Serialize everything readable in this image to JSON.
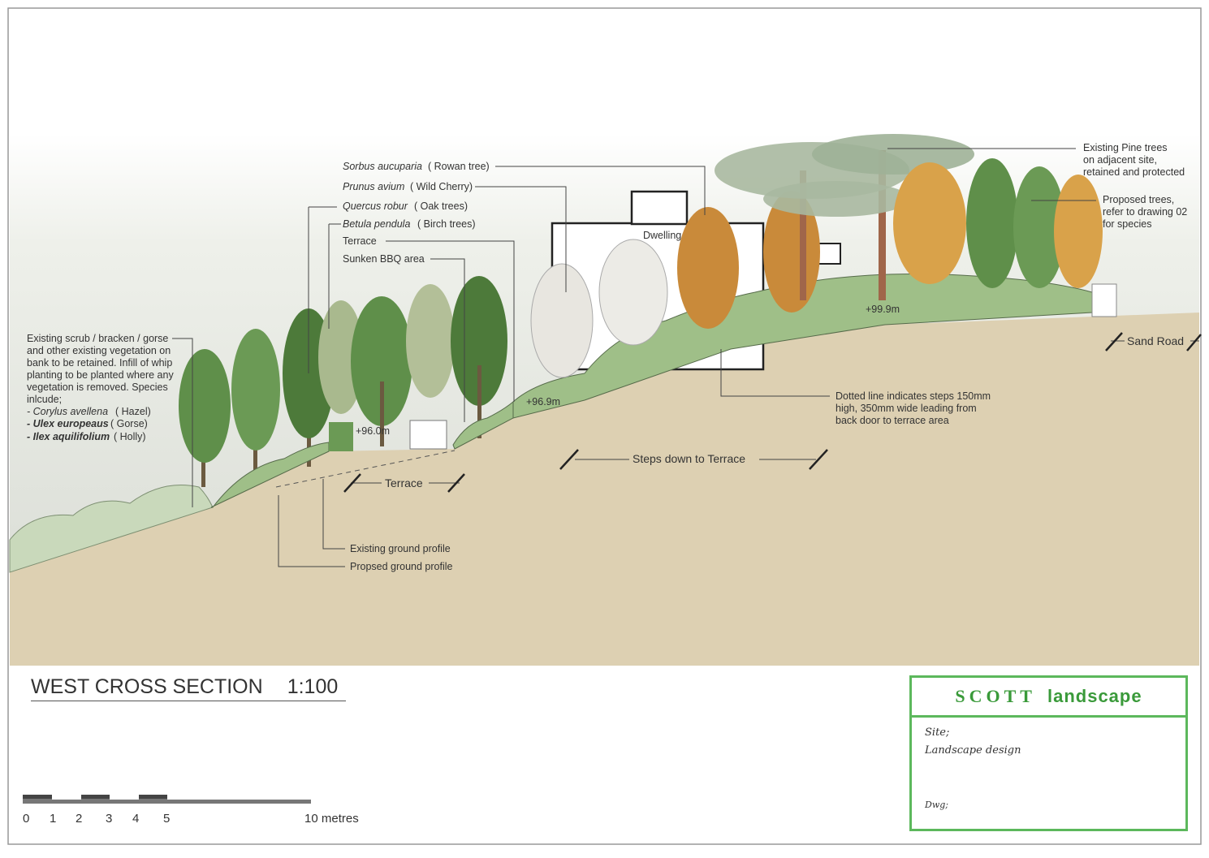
{
  "drawing": {
    "title": "WEST CROSS SECTION",
    "scale": "1:100"
  },
  "title_block": {
    "brand_main": "SCOTT",
    "brand_sub": "landscape",
    "site_label": "Site;",
    "site_value": "Landscape design",
    "dwg_label": "Dwg;"
  },
  "scale_bar": {
    "ticks": [
      "0",
      "1",
      "2",
      "3",
      "4",
      "5"
    ],
    "end_label": "10 metres"
  },
  "labels": {
    "sorbus_latin": "Sorbus aucuparia",
    "sorbus_common": "( Rowan tree)",
    "prunus_latin": "Prunus avium",
    "prunus_common": "( Wild Cherry)",
    "quercus_latin": "Quercus robur",
    "quercus_common": "( Oak trees)",
    "betula_latin": "Betula pendula",
    "betula_common": "( Birch trees)",
    "terrace": "Terrace",
    "sunken_bbq": "Sunken BBQ area",
    "dwelling": "Dwelling",
    "pine_1": "Existing Pine trees",
    "pine_2": "on adjacent site,",
    "pine_3": "retained and protected",
    "proposed_1": "Proposed trees,",
    "proposed_2": "refer to drawing 02",
    "proposed_3": "for species",
    "sand_road": "Sand Road",
    "scrub_1": "Existing scrub / bracken / gorse",
    "scrub_2": "and other existing vegetation on",
    "scrub_3": "bank to be retained. Infill of whip",
    "scrub_4": "planting to be planted where any",
    "scrub_5": "vegetation is removed. Species",
    "scrub_6": "inlcude;",
    "corylus_latin": "- Corylus avellena",
    "corylus_common": "( Hazel)",
    "ulex_latin": "- Ulex europeaus",
    "ulex_common": "( Gorse)",
    "ilex_latin": "- Ilex aquilifolium",
    "ilex_common": "( Holly)",
    "level_96_0": "+96.0m",
    "level_96_9": "+96.9m",
    "level_99_9": "+99.9m",
    "dotted_1": "Dotted line indicates steps 150mm",
    "dotted_2": "high, 350mm wide leading from",
    "dotted_3": "back door to terrace area",
    "steps_down": "Steps down to Terrace",
    "terrace_dim": "Terrace",
    "existing_profile": "Existing ground profile",
    "proposed_profile": "Propsed ground profile"
  },
  "colors": {
    "ground": "#ddd0b2",
    "shrub": "#9fbf88",
    "shrub_light": "#c9d9bb",
    "tree_green": "#5f8f4a",
    "tree_dark": "#4d7a3a",
    "tree_autumn": "#c98a3a",
    "tree_blossom": "#e8e6e0",
    "frame_green": "#5cb85c"
  }
}
